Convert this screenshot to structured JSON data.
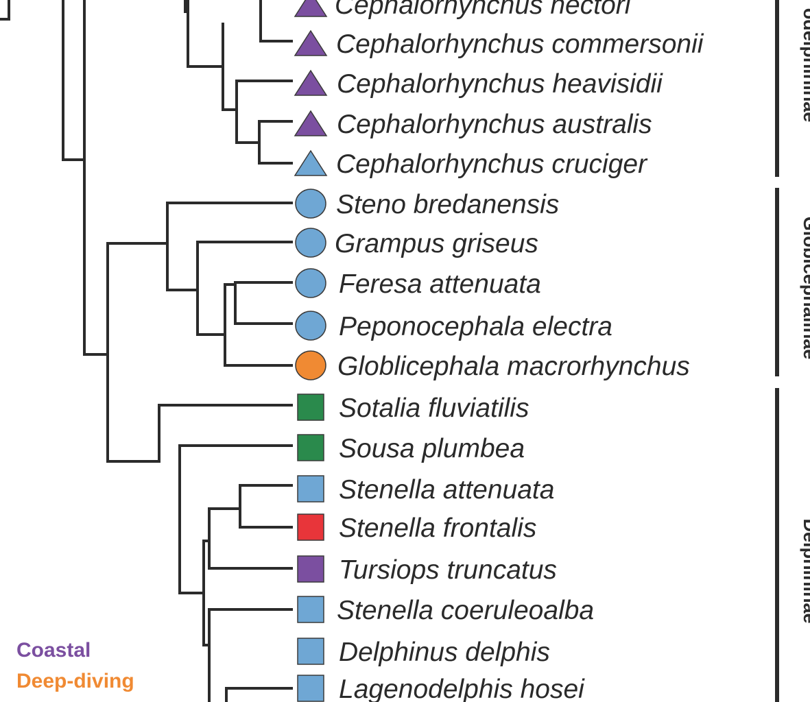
{
  "colors": {
    "coastal": "#7b4fa0",
    "deep_diving": "#f08a33",
    "pelagic": "#6fa7d4",
    "riverine": "#2a8a4c",
    "red": "#e8353a",
    "line": "#2b2b2b"
  },
  "species": [
    {
      "name": "Cephalorhynchus hectori",
      "shape": "triangle",
      "color": "coastal"
    },
    {
      "name": "Cephalorhynchus commersonii",
      "shape": "triangle",
      "color": "coastal"
    },
    {
      "name": "Cephalorhynchus heavisidii",
      "shape": "triangle",
      "color": "coastal"
    },
    {
      "name": "Cephalorhynchus australis",
      "shape": "triangle",
      "color": "coastal"
    },
    {
      "name": "Cephalorhynchus cruciger",
      "shape": "triangle",
      "color": "pelagic"
    },
    {
      "name": "Steno bredanensis",
      "shape": "circle",
      "color": "pelagic"
    },
    {
      "name": "Grampus griseus",
      "shape": "circle",
      "color": "pelagic"
    },
    {
      "name": "Feresa attenuata",
      "shape": "circle",
      "color": "pelagic"
    },
    {
      "name": "Peponocephala electra",
      "shape": "circle",
      "color": "pelagic"
    },
    {
      "name": "Globlicephala macrorhynchus",
      "shape": "circle",
      "color": "deep_diving"
    },
    {
      "name": "Sotalia fluviatilis",
      "shape": "square",
      "color": "riverine"
    },
    {
      "name": "Sousa plumbea",
      "shape": "square",
      "color": "riverine"
    },
    {
      "name": "Stenella attenuata",
      "shape": "square",
      "color": "pelagic"
    },
    {
      "name": "Stenella frontalis",
      "shape": "square",
      "color": "red"
    },
    {
      "name": "Tursiops truncatus",
      "shape": "square",
      "color": "coastal"
    },
    {
      "name": "Stenella coeruleoalba",
      "shape": "square",
      "color": "pelagic"
    },
    {
      "name": "Delphinus delphis",
      "shape": "square",
      "color": "pelagic"
    },
    {
      "name": "Lagenodelphis hosei",
      "shape": "square",
      "color": "pelagic"
    }
  ],
  "clades": [
    {
      "label": "odelphininae"
    },
    {
      "label": "Globicephalinae"
    },
    {
      "label": "Delphininae"
    }
  ],
  "legend": [
    {
      "label": "Coastal",
      "color": "coastal"
    },
    {
      "label": "Deep-diving",
      "color": "deep_diving"
    }
  ]
}
